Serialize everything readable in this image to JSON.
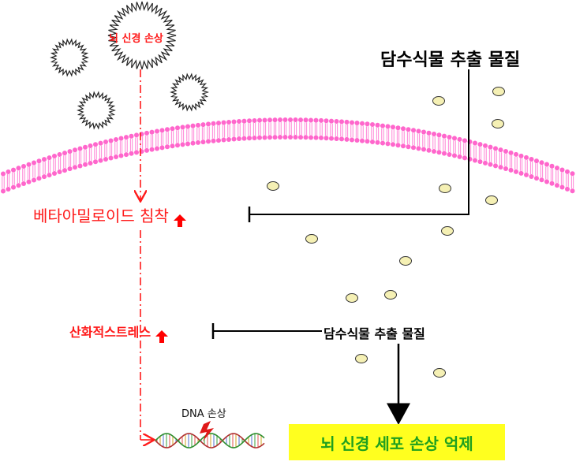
{
  "labels": {
    "nerve_damage": "뇌 신경 손상",
    "extract_top": "담수식물 추출 물질",
    "beta_amyloid": "베타아밀로이드 침착",
    "oxidative_stress": "산화적스트레스",
    "extract_mid": "담수식물 추출 물질",
    "dna_damage": "DNA 손상",
    "result": "뇌 신경 세포 손상 억제"
  },
  "colors": {
    "red": "#ff1a1a",
    "membrane": "#ff66cc",
    "particle_fill": "#f5f0b4",
    "result_bg": "#ffff1f"
  }
}
